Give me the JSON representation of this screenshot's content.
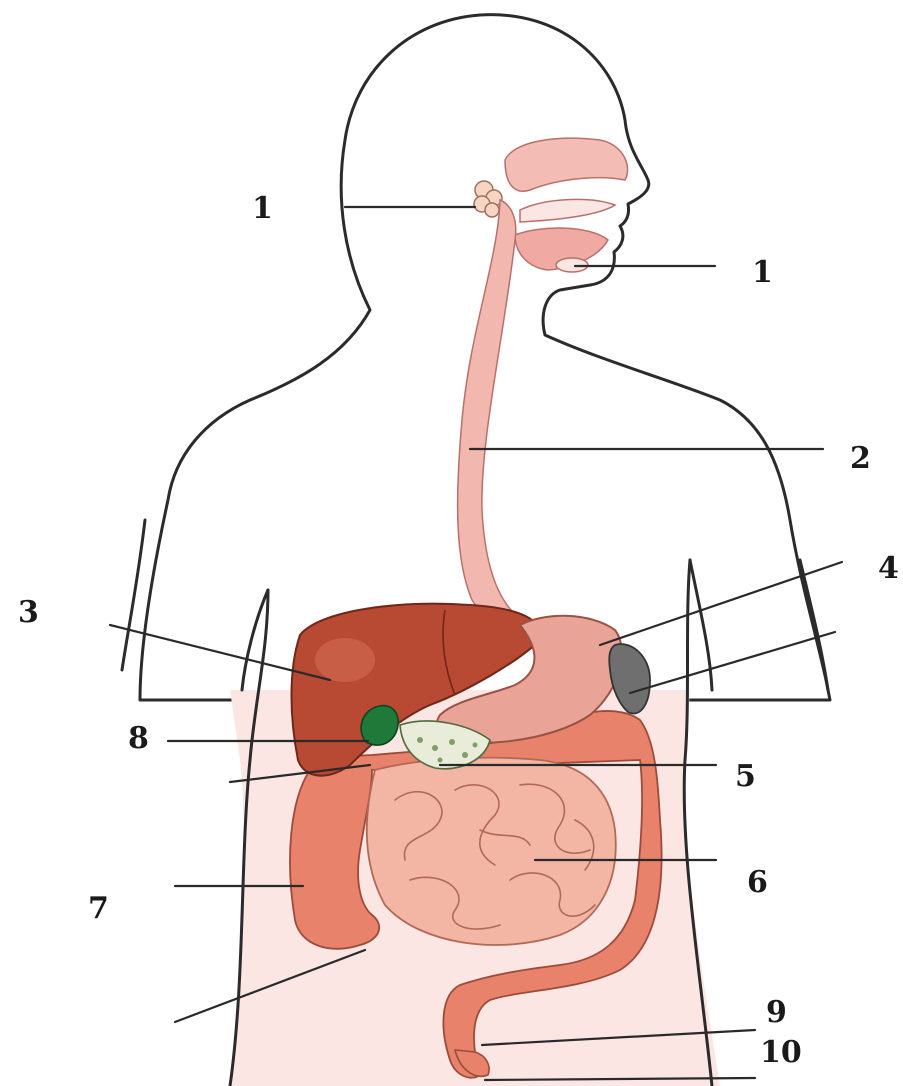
{
  "labels": {
    "salivary_gland": "1",
    "mouth": "1",
    "esophagus": "2",
    "liver": "3",
    "stomach": "4",
    "pancreas": "5",
    "small_intestine": "6",
    "large_intestine": "7",
    "gallbladder": "8",
    "rectum": "9",
    "anus": "10"
  },
  "colors": {
    "skin": "#fbe6e3",
    "outline": "#2b2b2b",
    "esophagus": "#f2b8b0",
    "liver": "#b84a33",
    "stomach": "#e9a497",
    "gallbladder": "#1f7a3a",
    "spleen": "#6f6f6f",
    "pancreas": "#e8ecd8",
    "small_intestine": "#f3b6a4",
    "large_intestine": "#e8826a"
  }
}
